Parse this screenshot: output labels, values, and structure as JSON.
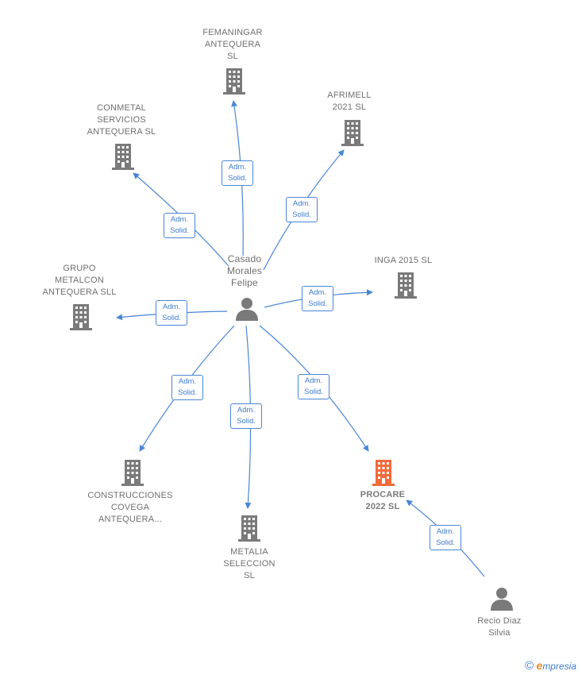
{
  "colors": {
    "edge": "#4a86d6",
    "building": "#7a7a7a",
    "highlight_building": "#f26b3a",
    "person": "#7a7a7a",
    "label": "#6f6f6f"
  },
  "nodes": {
    "center": {
      "label": "Casado\nMorales\nFelipe",
      "icon": "person-icon"
    },
    "femaningar": {
      "label": "FEMANINGAR\nANTEQUERA\nSL",
      "icon": "building-icon"
    },
    "afrimell": {
      "label": "AFRIMELL\n2021  SL",
      "icon": "building-icon"
    },
    "conmetal": {
      "label": "CONMETAL\nSERVICIOS\nANTEQUERA SL",
      "icon": "building-icon"
    },
    "inga": {
      "label": "INGA 2015  SL",
      "icon": "building-icon"
    },
    "grupo": {
      "label": "GRUPO\nMETALCON\nANTEQUERA SLL",
      "icon": "building-icon"
    },
    "construcciones": {
      "label": "CONSTRUCCIONES\nCOVEGA\nANTEQUERA...",
      "icon": "building-icon"
    },
    "metalia": {
      "label": "METALIA\nSELECCION\nSL",
      "icon": "building-icon"
    },
    "procare": {
      "label": "PROCARE\n2022  SL",
      "icon": "building-icon"
    },
    "recio": {
      "label": "Recio Diaz\nSilvia",
      "icon": "person-icon"
    }
  },
  "edges": [
    {
      "from": "center",
      "to": "femaningar",
      "label": "Adm.\nSolid."
    },
    {
      "from": "center",
      "to": "afrimell",
      "label": "Adm.\nSolid."
    },
    {
      "from": "center",
      "to": "conmetal",
      "label": "Adm.\nSolid."
    },
    {
      "from": "center",
      "to": "inga",
      "label": "Adm.\nSolid."
    },
    {
      "from": "center",
      "to": "grupo",
      "label": "Adm.\nSolid."
    },
    {
      "from": "center",
      "to": "construcciones",
      "label": "Adm.\nSolid."
    },
    {
      "from": "center",
      "to": "metalia",
      "label": "Adm.\nSolid."
    },
    {
      "from": "center",
      "to": "procare",
      "label": "Adm.\nSolid."
    },
    {
      "from": "recio",
      "to": "procare",
      "label": "Adm.\nSolid."
    }
  ],
  "footer": {
    "copyright": "©",
    "brand_e": "e",
    "brand_rest": "mpresia"
  }
}
